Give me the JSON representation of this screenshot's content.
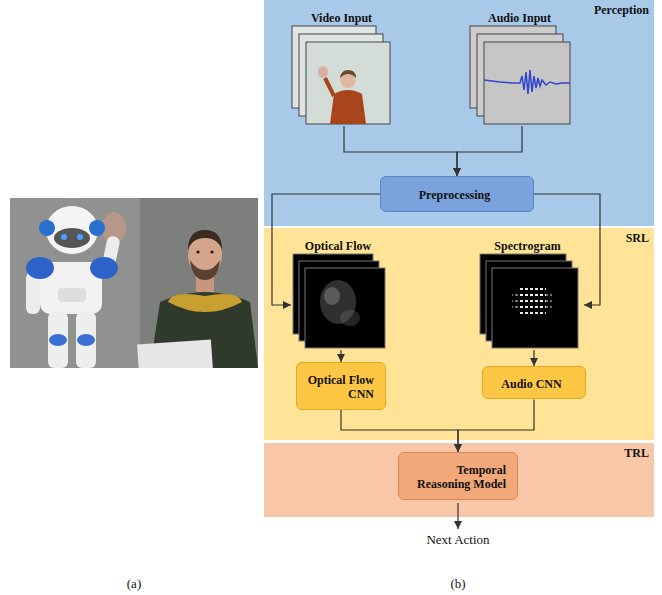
{
  "diagram": {
    "nodes": [
      {
        "text": [
          "Perception"
        ]
      },
      {
        "text": [
          "Video Input"
        ],
        "in": 0
      },
      {
        "text": [
          "Audio Input"
        ],
        "in": 0
      },
      {
        "text": [
          "Preprocessing"
        ],
        "in": 0
      },
      {
        "text": [
          "SRL"
        ]
      },
      {
        "text": [
          "Optical Flow"
        ],
        "in": 4
      },
      {
        "text": [
          "Spectrogram"
        ],
        "in": 4
      },
      {
        "text": [
          "Optical Flow CNN"
        ],
        "in": 4
      },
      {
        "text": [
          "Audio CNN"
        ],
        "in": 4
      },
      {
        "text": [
          "TRL"
        ]
      },
      {
        "text": [
          "Temporal Reasoning Model"
        ],
        "in": 9
      }
    ],
    "edges": [
      {
        "from": 1,
        "to": 3,
        "arrow": "to"
      },
      {
        "from": 2,
        "to": 3,
        "arrow": "to"
      },
      {
        "from": 3,
        "to": 5,
        "arrow": "to"
      },
      {
        "from": 3,
        "to": 6,
        "arrow": "to"
      },
      {
        "from": 5,
        "to": 7,
        "arrow": "to"
      },
      {
        "from": 6,
        "to": 8,
        "arrow": "to"
      },
      {
        "from": 7,
        "to": 10,
        "arrow": "to"
      },
      {
        "from": 8,
        "to": 10,
        "arrow": "to"
      }
    ],
    "labels": [
      "Next Action",
      "(a)",
      "(b)"
    ]
  }
}
